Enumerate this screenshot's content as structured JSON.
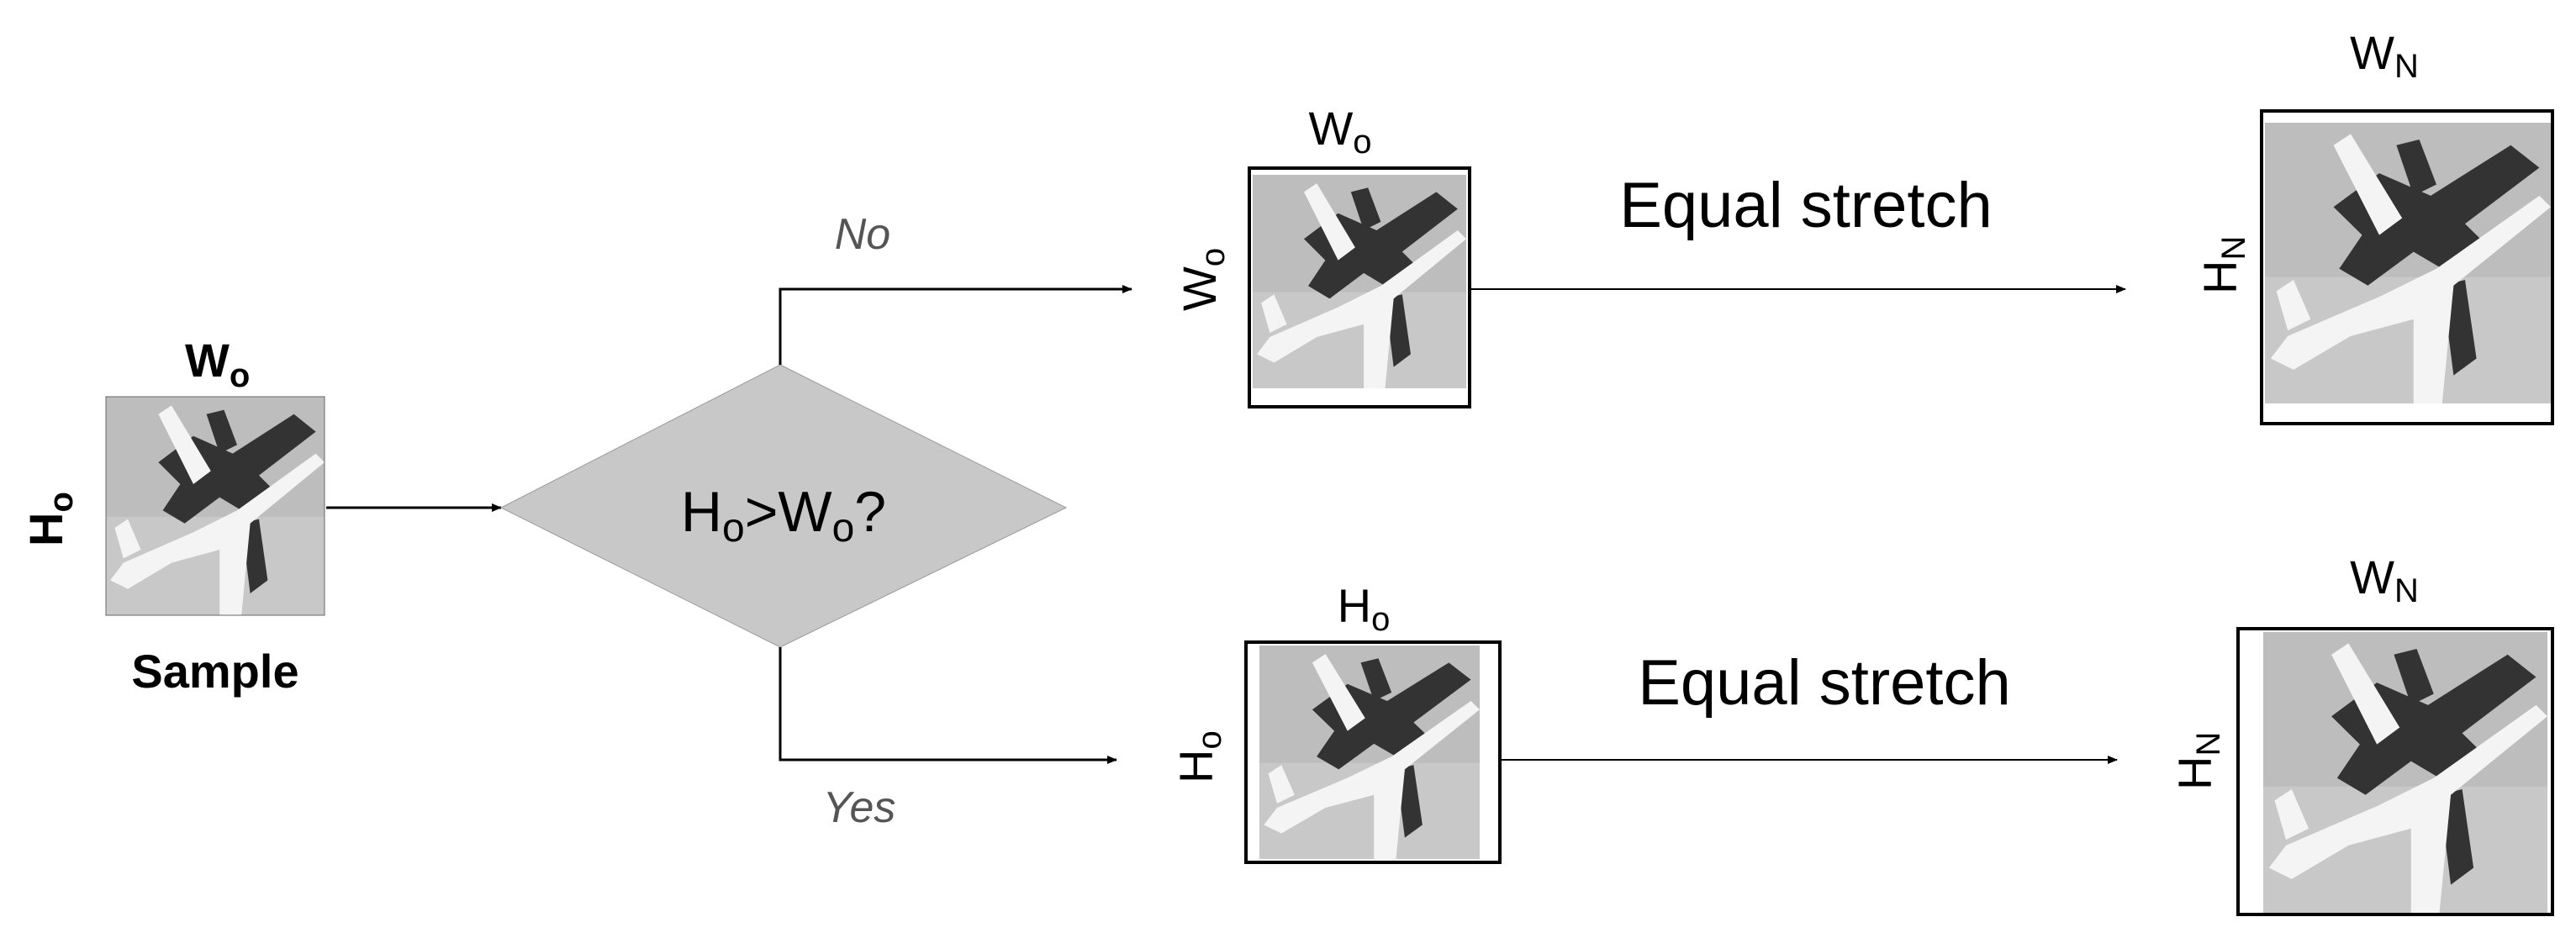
{
  "sample": {
    "width_label": "W",
    "width_sub": "o",
    "height_label": "H",
    "height_sub": "o",
    "caption": "Sample"
  },
  "decision": {
    "text_main1": "H",
    "text_sub1": "o",
    "text_main2": ">W",
    "text_sub2": "o",
    "text_tail": "?"
  },
  "branches": {
    "no_label": "No",
    "yes_label": "Yes"
  },
  "top_path": {
    "padded_width": "W",
    "padded_width_sub": "o",
    "padded_height": "W",
    "padded_height_sub": "o",
    "step_label": "Equal stretch",
    "out_width": "W",
    "out_width_sub": "N",
    "out_height": "H",
    "out_height_sub": "N"
  },
  "bottom_path": {
    "padded_width": "H",
    "padded_width_sub": "o",
    "padded_height": "H",
    "padded_height_sub": "o",
    "step_label": "Equal stretch",
    "out_width": "W",
    "out_width_sub": "N",
    "out_height": "H",
    "out_height_sub": "N"
  }
}
